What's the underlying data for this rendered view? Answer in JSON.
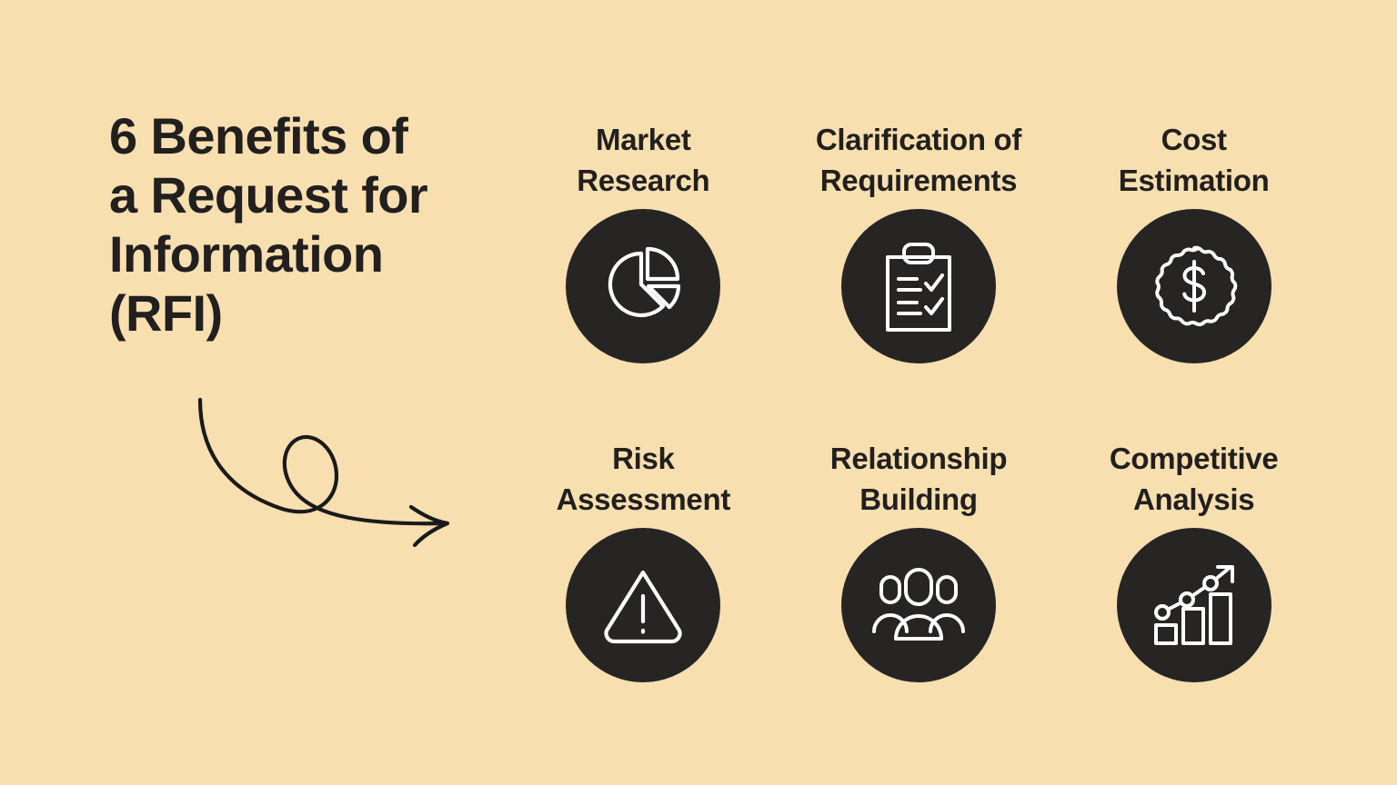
{
  "page": {
    "background_color": "#f8dfaf",
    "accent_dark": "#262524",
    "text_color": "#221f1f",
    "icon_stroke": "#ffffff"
  },
  "title": {
    "line1": "6 Benefits of",
    "line2": "a Request for",
    "line3": "Information",
    "line4": "(RFI)",
    "full": "6 Benefits of a Request for Information (RFI)"
  },
  "decoration": {
    "arrow": "curved-loop-arrow"
  },
  "benefits": [
    {
      "label": "Market\nResearch",
      "icon": "pie-chart-icon"
    },
    {
      "label": "Clarification of\nRequirements",
      "icon": "clipboard-checklist-icon"
    },
    {
      "label": "Cost\nEstimation",
      "icon": "dollar-coin-icon"
    },
    {
      "label": "Risk\nAssessment",
      "icon": "warning-triangle-icon"
    },
    {
      "label": "Relationship\nBuilding",
      "icon": "people-group-icon"
    },
    {
      "label": "Competitive\nAnalysis",
      "icon": "bar-chart-trend-icon"
    }
  ]
}
